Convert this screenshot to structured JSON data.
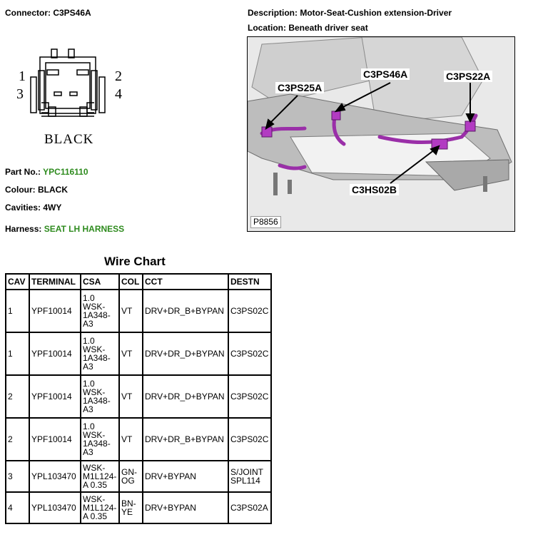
{
  "connector": {
    "label": "Connector: C3PS46A"
  },
  "description": {
    "label": "Description: Motor-Seat-Cushion extension-Driver"
  },
  "location": {
    "label": "Location: Beneath driver seat"
  },
  "pinout": {
    "pin1": "1",
    "pin2": "2",
    "pin3": "3",
    "pin4": "4",
    "colour_caption": "BLACK"
  },
  "details": {
    "part_no_label": "Part No.:",
    "part_no_value": "YPC116110",
    "colour_label": "Colour:",
    "colour_value": "BLACK",
    "cavities_label": "Cavities:",
    "cavities_value": "4WY",
    "harness_label": "Harness:",
    "harness_value": "SEAT LH HARNESS"
  },
  "photo": {
    "callouts": [
      "C3PS46A",
      "C3PS22A",
      "C3PS25A",
      "C3HS02B"
    ],
    "code": "P8856"
  },
  "wire_chart": {
    "title": "Wire Chart",
    "headers": [
      "CAV",
      "TERMINAL",
      "CSA",
      "COL",
      "CCT",
      "DESTN"
    ],
    "rows": [
      [
        "1",
        "YPF10014",
        "1.0 WSK-1A348-A3",
        "VT",
        "DRV+DR_B+BYPAN",
        "C3PS02C"
      ],
      [
        "1",
        "YPF10014",
        "1.0 WSK-1A348-A3",
        "VT",
        "DRV+DR_D+BYPAN",
        "C3PS02C"
      ],
      [
        "2",
        "YPF10014",
        "1.0 WSK-1A348-A3",
        "VT",
        "DRV+DR_D+BYPAN",
        "C3PS02C"
      ],
      [
        "2",
        "YPF10014",
        "1.0 WSK-1A348-A3",
        "VT",
        "DRV+DR_B+BYPAN",
        "C3PS02C"
      ],
      [
        "3",
        "YPL103470",
        "WSK-M1L124-A 0.35",
        "GN-OG",
        "DRV+BYPAN",
        "S/JOINT SPL114"
      ],
      [
        "4",
        "YPL103470",
        "WSK-M1L124-A 0.35",
        "BN-YE",
        "DRV+BYPAN",
        "C3PS02A"
      ]
    ]
  },
  "colors": {
    "harness_value": "#2e8b1e",
    "wire_highlight": "#9a2fa8"
  }
}
